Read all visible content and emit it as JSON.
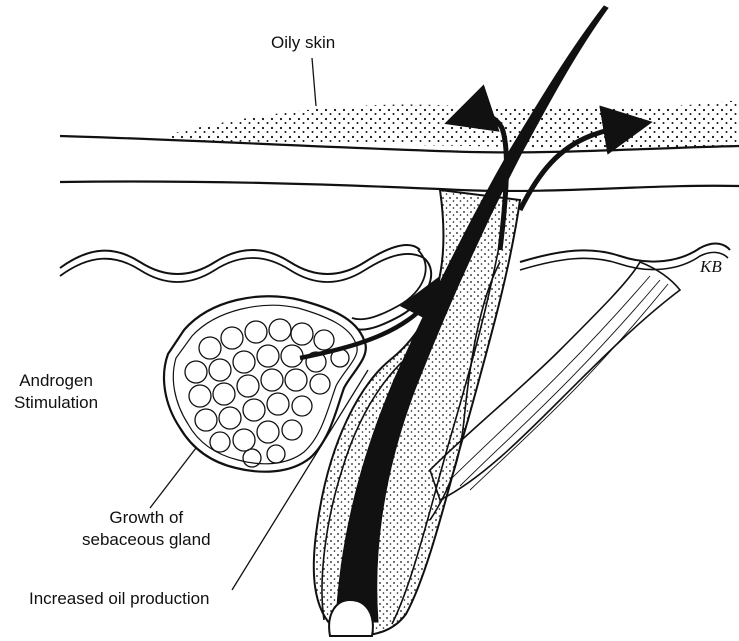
{
  "labels": {
    "oily_skin": "Oily skin",
    "androgen_line1": "Androgen",
    "androgen_line2": "Stimulation",
    "growth_line1": "Growth of",
    "growth_line2": "sebaceous gland",
    "increased_oil": "Increased oil production"
  },
  "signature": "KB",
  "colors": {
    "ink": "#111111",
    "background": "#ffffff"
  }
}
